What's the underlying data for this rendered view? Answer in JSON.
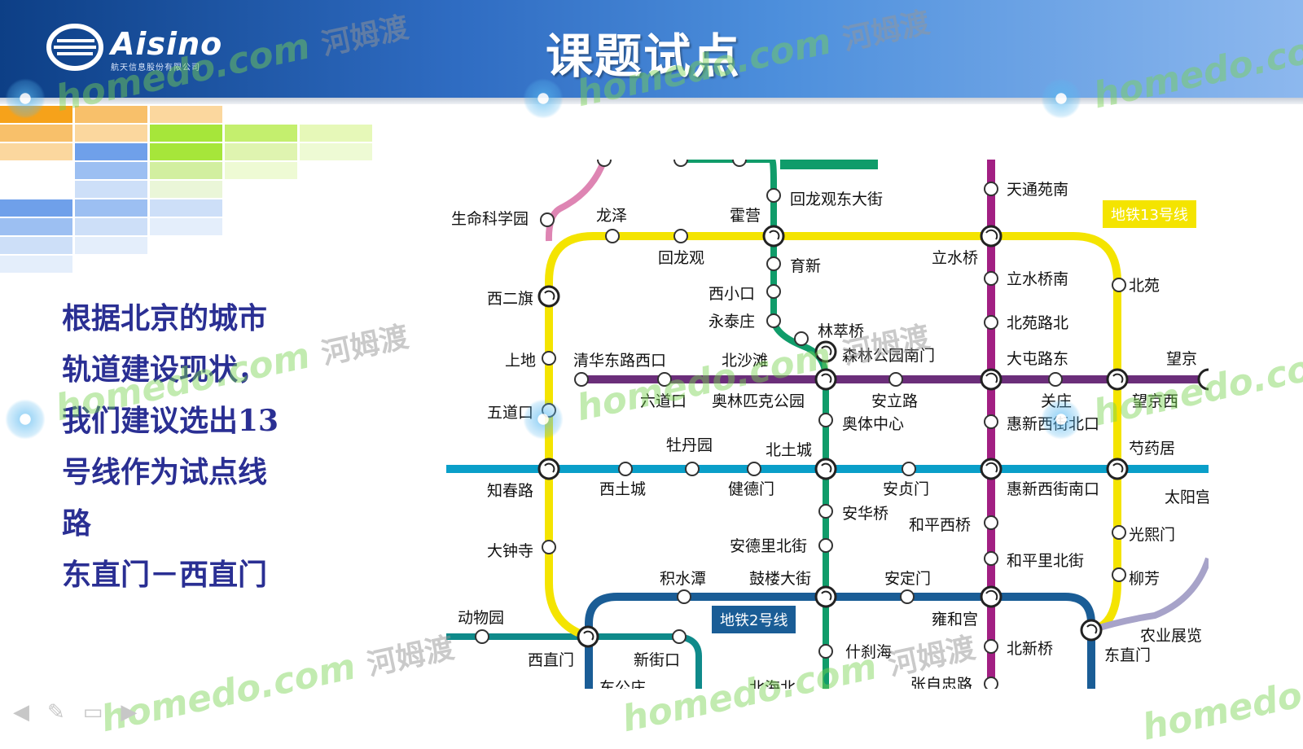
{
  "header": {
    "logo_text": "Aisino",
    "logo_sub": "航天信息股份有限公司",
    "title": "课题试点"
  },
  "body_lines": [
    "根据北京的城市",
    "轨道建设现状，",
    "我们建议选出13",
    "号线作为试点线",
    "路",
    "东直门－西直门"
  ],
  "map": {
    "tag13": "地铁13号线",
    "tag2": "地铁2号线",
    "stations": [
      "生命科学园",
      "龙泽",
      "回龙观",
      "霍营",
      "回龙观东大街",
      "育新",
      "西小口",
      "永泰庄",
      "林萃桥",
      "森林公园南门",
      "天通苑南",
      "立水桥",
      "立水桥南",
      "北苑路北",
      "大屯路东",
      "北苑",
      "望京",
      "望京西",
      "芍药居",
      "西二旗",
      "上地",
      "清华东路西口",
      "北沙滩",
      "六道口",
      "奥林匹克公园",
      "安立路",
      "关庄",
      "五道口",
      "奥体中心",
      "惠新西街北口",
      "牡丹园",
      "北土城",
      "知春路",
      "西土城",
      "健德门",
      "安贞门",
      "惠新西街南口",
      "太阳宫",
      "安华桥",
      "和平西桥",
      "大钟寺",
      "安德里北街",
      "和平里北街",
      "光熙门",
      "柳芳",
      "积水潭",
      "鼓楼大街",
      "安定门",
      "雍和宫",
      "动物园",
      "西直门",
      "新街口",
      "什刹海",
      "北新桥",
      "张自忠路",
      "农业展览",
      "东直门",
      "车公庄",
      "北海北"
    ]
  },
  "watermarks": [
    "homedo.com",
    "河姆渡"
  ],
  "colors": {
    "line13": "#f4e400",
    "line8": "#109c6a",
    "line5": "#a21f83",
    "line10": "#0a9fc9",
    "line15": "#6b2e7a",
    "line2": "#1a5d96",
    "line4": "#0f8a8a",
    "changping": "#de85b3",
    "text_blue": "#2a2f93"
  }
}
